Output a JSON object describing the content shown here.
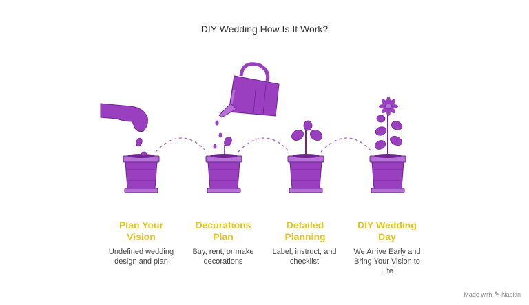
{
  "title": "DIY Wedding How Is It Work?",
  "colors": {
    "pot": "#9a3fc0",
    "pot_dark": "#6e2590",
    "pot_light": "#b870d9",
    "accent_text": "#e2c51f",
    "connector": "#b060d0"
  },
  "steps": [
    {
      "title_line1": "Plan Your",
      "title_line2": "Vision",
      "desc_line1": "Undefined wedding",
      "desc_line2": "design and plan",
      "desc_line3": "",
      "illustration": "hand-dropping-seeds-icon"
    },
    {
      "title_line1": "Decorations",
      "title_line2": "Plan",
      "desc_line1": "Buy, rent, or make",
      "desc_line2": "decorations",
      "desc_line3": "",
      "illustration": "watering-can-icon"
    },
    {
      "title_line1": "Detailed",
      "title_line2": "Planning",
      "desc_line1": "Label, instruct, and",
      "desc_line2": "checklist",
      "desc_line3": "",
      "illustration": "sprout-icon"
    },
    {
      "title_line1": "DIY Wedding",
      "title_line2": "Day",
      "desc_line1": "We Arrive Early and",
      "desc_line2": "Bring Your Vision to",
      "desc_line3": "Life",
      "illustration": "flower-icon"
    }
  ],
  "footer": {
    "made_with": "Made with",
    "brand": "Napkin"
  }
}
